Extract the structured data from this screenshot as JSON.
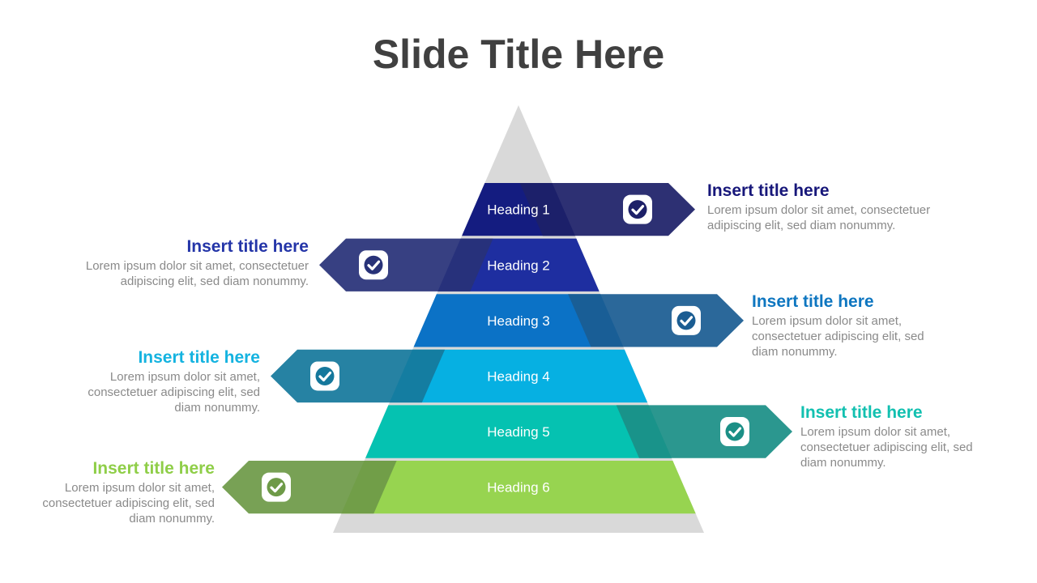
{
  "title": "Slide Title Here",
  "colors": {
    "background_triangle": "#d9d9d9",
    "check_icon_bg": "#ffffff"
  },
  "levels": [
    {
      "heading": "Heading 1",
      "side": "right",
      "tier_color": "#141c80",
      "arrow_color": "#1d2068",
      "title_color": "#17177a",
      "callout_title": "Insert title here",
      "callout_body": "Lorem ipsum dolor sit amet, consectetuer adipiscing elit, sed diam nonummy.",
      "icon": "check-icon"
    },
    {
      "heading": "Heading 2",
      "side": "left",
      "tier_color": "#1e2ea0",
      "arrow_color": "#283278",
      "title_color": "#2435a8",
      "callout_title": "Insert title here",
      "callout_body": "Lorem ipsum dolor sit amet, consectetuer adipiscing elit, sed diam nonummy.",
      "icon": "check-icon"
    },
    {
      "heading": "Heading 3",
      "side": "right",
      "tier_color": "#0b72c6",
      "arrow_color": "#1b5d92",
      "title_color": "#0e76c0",
      "callout_title": "Insert title here",
      "callout_body": "Lorem ipsum dolor sit amet, consectetuer adipiscing elit, sed diam nonummy.",
      "icon": "check-icon"
    },
    {
      "heading": "Heading 4",
      "side": "left",
      "tier_color": "#06b0e2",
      "arrow_color": "#15789c",
      "title_color": "#14b3e0",
      "callout_title": "Insert title here",
      "callout_body": "Lorem ipsum dolor sit amet, consectetuer adipiscing elit, sed diam nonummy.",
      "icon": "check-icon"
    },
    {
      "heading": "Heading 5",
      "side": "right",
      "tier_color": "#05c2b1",
      "arrow_color": "#1b8f86",
      "title_color": "#12c0b0",
      "callout_title": "Insert title here",
      "callout_body": "Lorem ipsum dolor sit amet, consectetuer adipiscing elit, sed diam nonummy.",
      "icon": "check-icon"
    },
    {
      "heading": "Heading 6",
      "side": "left",
      "tier_color": "#97d450",
      "arrow_color": "#6e9a48",
      "title_color": "#8fce48",
      "callout_title": "Insert title here",
      "callout_body": "Lorem ipsum dolor sit amet, consectetuer adipiscing elit, sed diam nonummy.",
      "icon": "check-icon"
    }
  ]
}
